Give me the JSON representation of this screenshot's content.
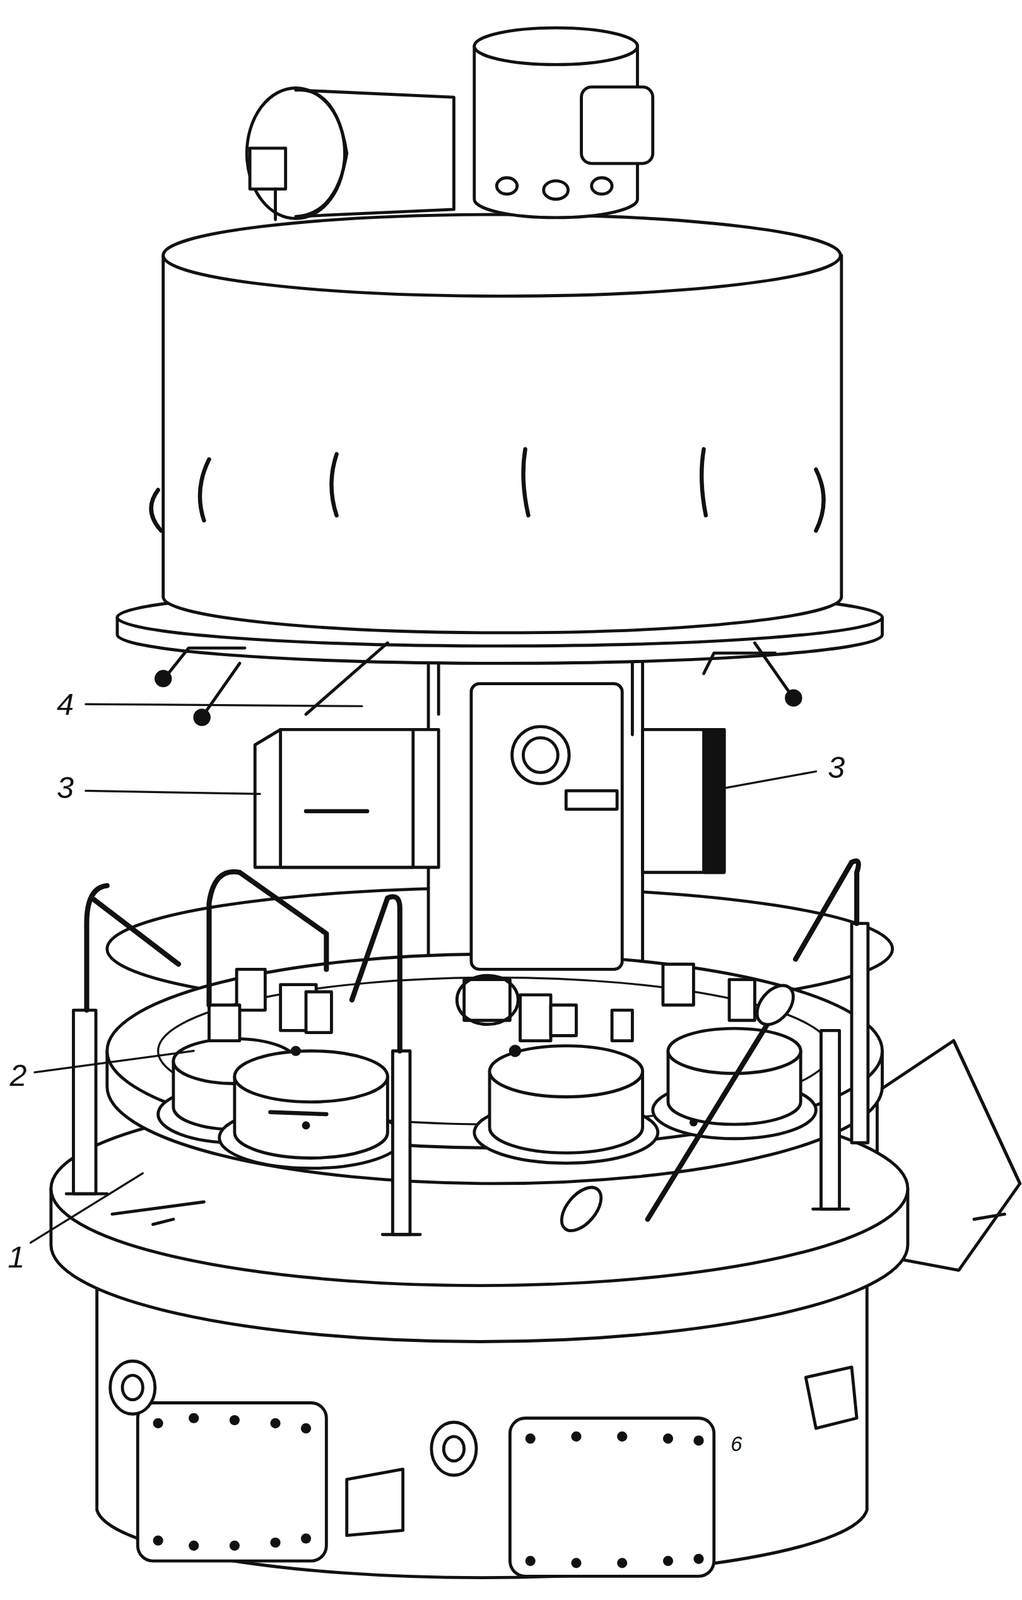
{
  "diagram": {
    "labels": [
      "4",
      "3",
      "3",
      "2",
      "1",
      "6"
    ]
  }
}
